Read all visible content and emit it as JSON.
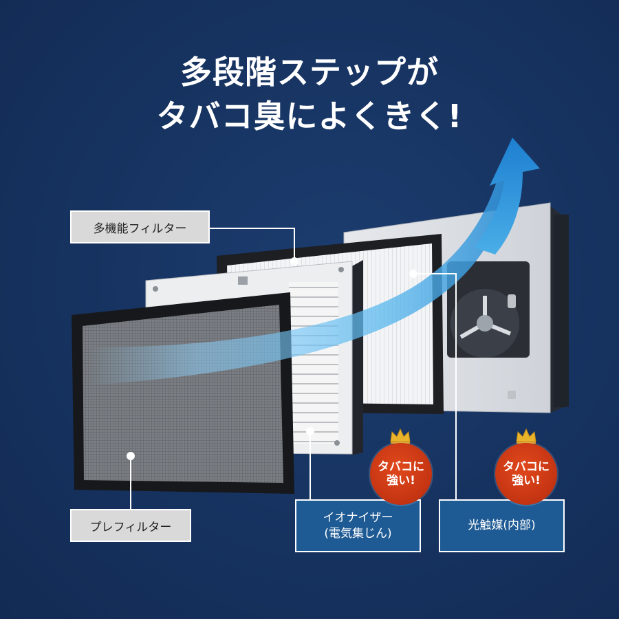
{
  "headline": {
    "line1": "多段階ステップが",
    "line2": "タバコ臭によくきく!"
  },
  "labels": {
    "multi_filter": "多機能フィルター",
    "pre_filter": "プレフィルター",
    "ionizer_line1": "イオナイザー",
    "ionizer_line2": "(電気集じん)",
    "photocatalyst": "光触媒(内部)"
  },
  "badges": [
    {
      "line1": "タバコに",
      "line2": "強い!"
    },
    {
      "line1": "タバコに",
      "line2": "強い!"
    }
  ],
  "colors": {
    "background": "#16325f",
    "badge": "#c43412",
    "blue_label": "#1e5a94",
    "airflow": "#5ab8ee"
  },
  "icons": [
    "crown-icon",
    "airflow-arrow-icon"
  ]
}
